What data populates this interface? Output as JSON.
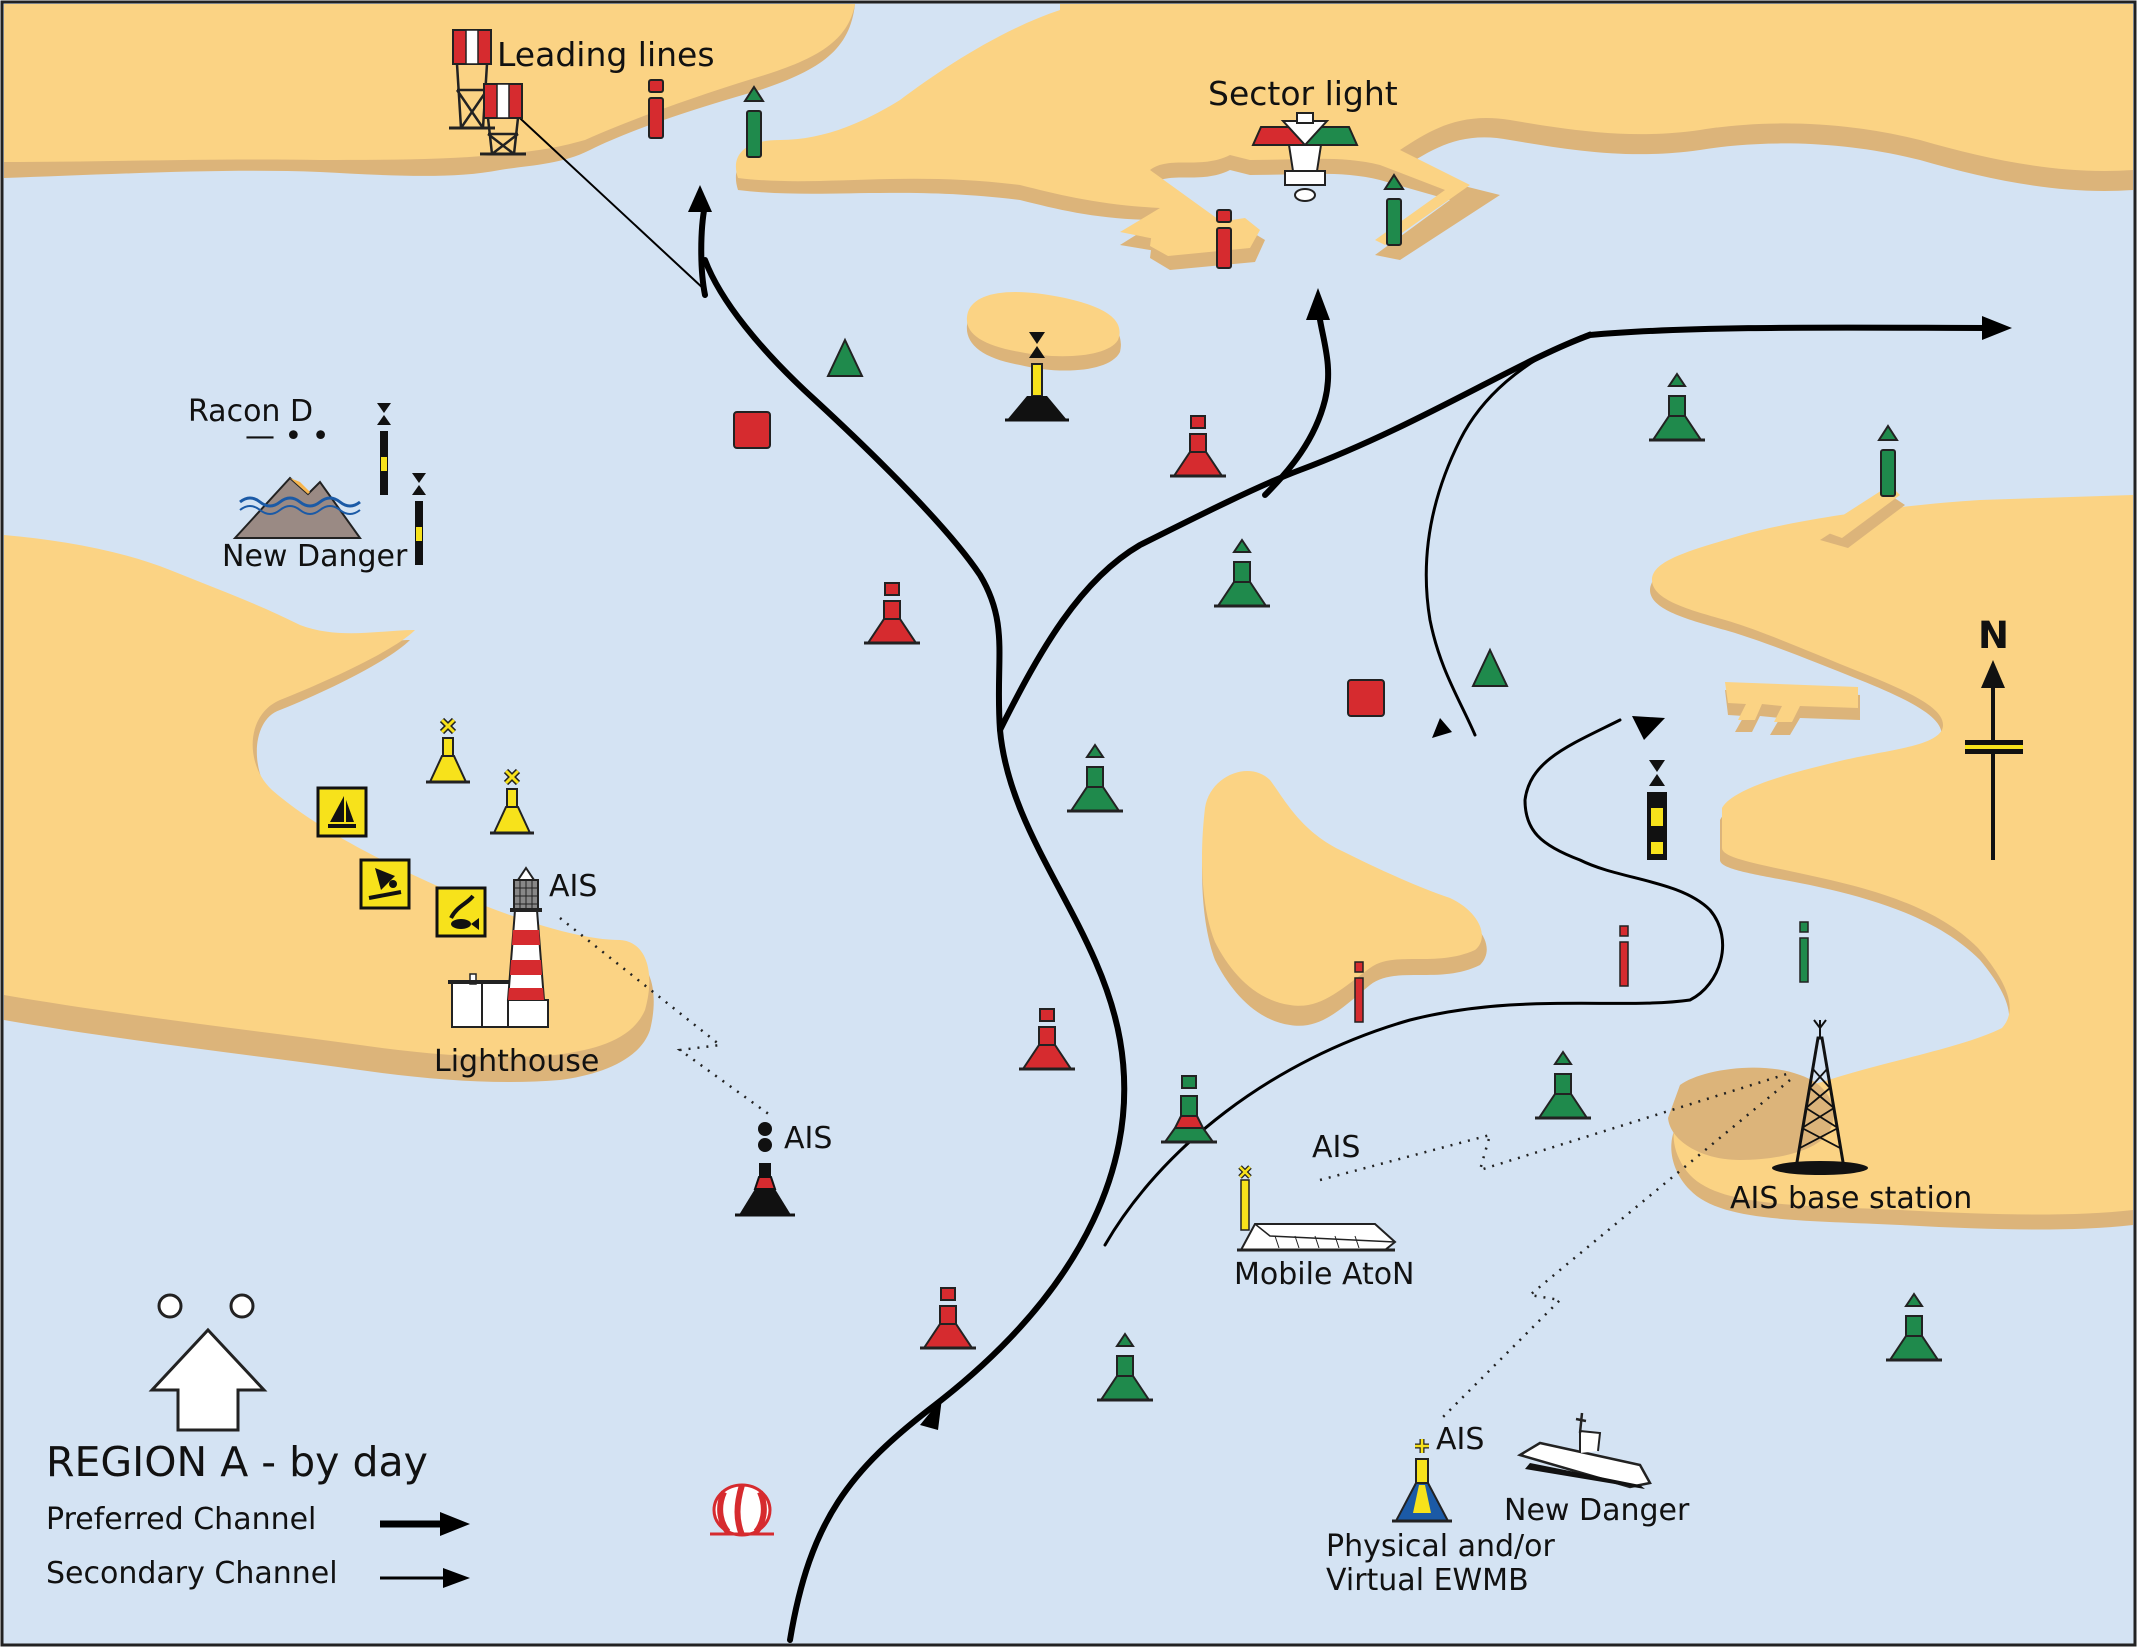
{
  "colors": {
    "sea": "#d4e3f3",
    "land": "#fbd384",
    "land_shadow": "#dcb47a",
    "port_red": "#d62b2f",
    "starboard_green": "#1f8a4c",
    "special_yellow": "#f7e21b",
    "cardinal_black": "#111111",
    "channel_line": "#000000"
  },
  "labels": {
    "leading_lines": "Leading lines",
    "sector_light": "Sector light",
    "racon": "Racon D",
    "racon_morse": "— • •",
    "new_danger_top": "New Danger",
    "lighthouse": "Lighthouse",
    "ais_lighthouse": "AIS",
    "ais_buoy": "AIS",
    "ais_mobile": "AIS",
    "mobile_aton": "Mobile AtoN",
    "ais_base_station": "AIS  base station",
    "ais_ewmb": "AIS",
    "ewmb_line1": "Physical and/or",
    "ewmb_line2": "Virtual EWMB",
    "new_danger_bottom": "New Danger",
    "compass_north": "N"
  },
  "legend": {
    "title": "REGION A - by day",
    "preferred": "Preferred Channel",
    "secondary": "Secondary Channel"
  },
  "icons": {
    "direction_of_buoyage": "direction-of-buoyage-icon",
    "sailing": "sailing-icon",
    "windsurf": "windsurf-icon",
    "diving": "diving-icon",
    "lighthouse": "lighthouse-icon",
    "base_station": "radio-tower-icon",
    "wreck": "wreck-icon",
    "compass": "north-arrow-icon"
  }
}
